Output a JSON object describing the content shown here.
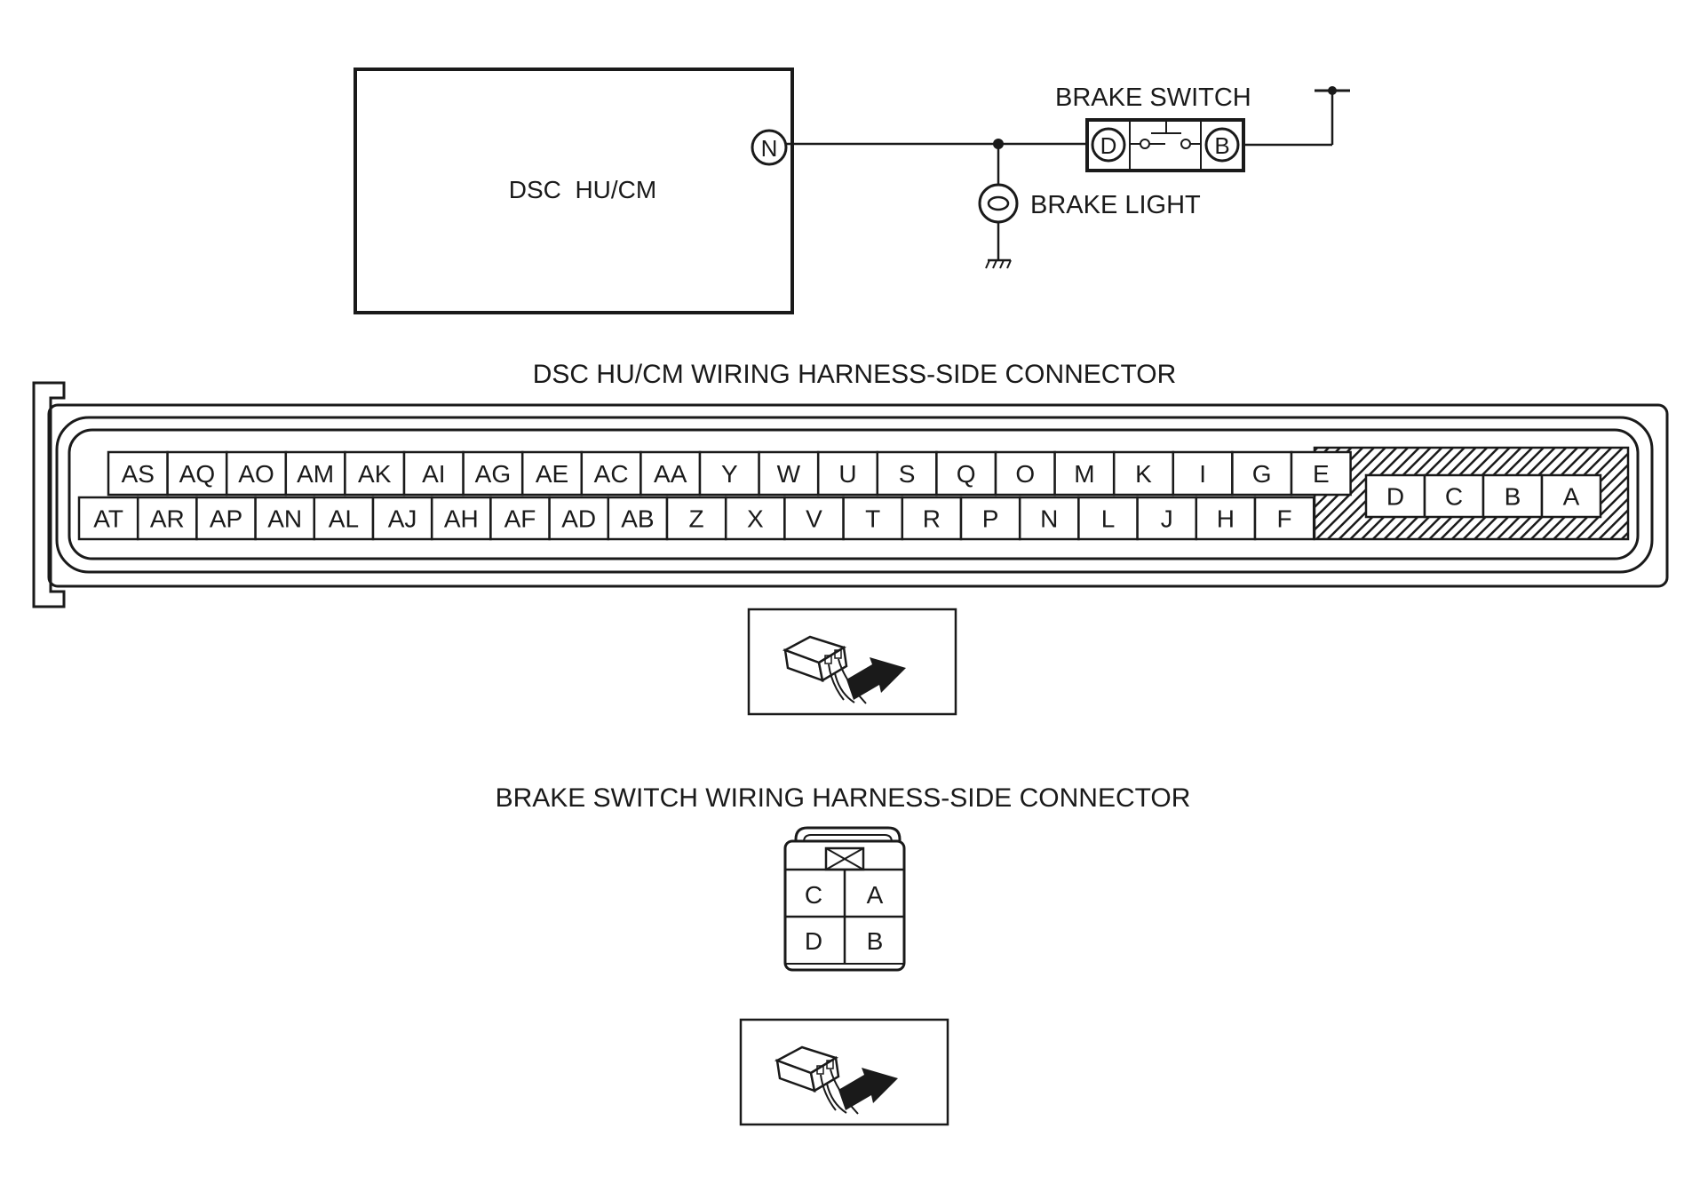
{
  "schematic": {
    "module_label": "DSC  HU/CM",
    "module_terminal": "N",
    "switch_label": "BRAKE SWITCH",
    "switch_terminal_left": "D",
    "switch_terminal_right": "B",
    "light_label": "BRAKE LIGHT"
  },
  "dsc_connector": {
    "title": "DSC HU/CM WIRING HARNESS-SIDE CONNECTOR",
    "row_top": [
      "AS",
      "AQ",
      "AO",
      "AM",
      "AK",
      "AI",
      "AG",
      "AE",
      "AC",
      "AA",
      "Y",
      "W",
      "U",
      "S",
      "Q",
      "O",
      "M",
      "K",
      "I",
      "G",
      "E"
    ],
    "row_bottom": [
      "AT",
      "AR",
      "AP",
      "AN",
      "AL",
      "AJ",
      "AH",
      "AF",
      "AD",
      "AB",
      "Z",
      "X",
      "V",
      "T",
      "R",
      "P",
      "N",
      "L",
      "J",
      "H",
      "F"
    ],
    "row_shaded": [
      "D",
      "C",
      "B",
      "A"
    ]
  },
  "brake_connector": {
    "title": "BRAKE SWITCH WIRING HARNESS-SIDE CONNECTOR",
    "cells": [
      [
        "C",
        "A"
      ],
      [
        "D",
        "B"
      ]
    ]
  }
}
